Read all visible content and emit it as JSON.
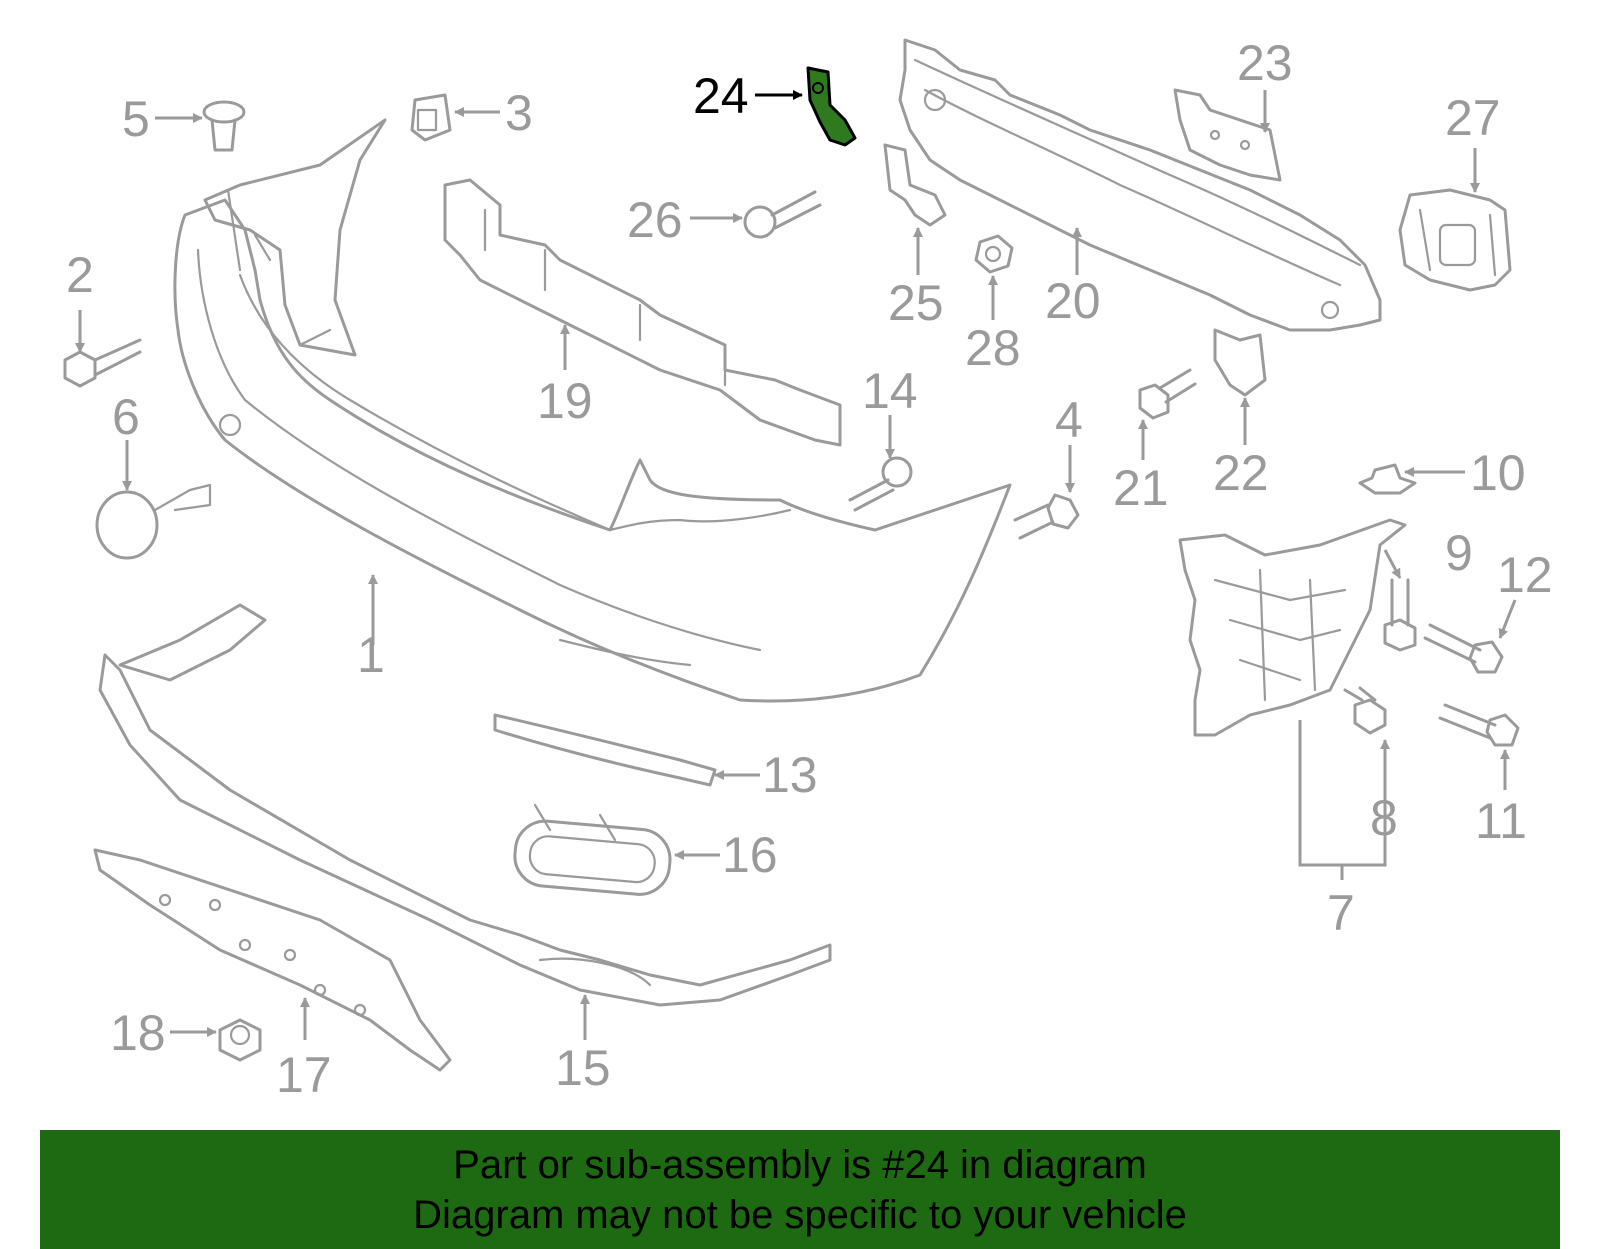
{
  "diagram": {
    "highlighted_part": "24",
    "highlight_color": "#2f7a1f",
    "line_color": "#9a9a9a",
    "labels": [
      "1",
      "2",
      "3",
      "4",
      "5",
      "6",
      "7",
      "8",
      "9",
      "10",
      "11",
      "12",
      "13",
      "14",
      "15",
      "16",
      "17",
      "18",
      "19",
      "20",
      "21",
      "22",
      "23",
      "24",
      "25",
      "26",
      "27",
      "28"
    ]
  },
  "banner": {
    "line1": "Part or sub-assembly is #24 in diagram",
    "line2": "Diagram may not be specific to your vehicle",
    "background": "#1e6a12"
  }
}
